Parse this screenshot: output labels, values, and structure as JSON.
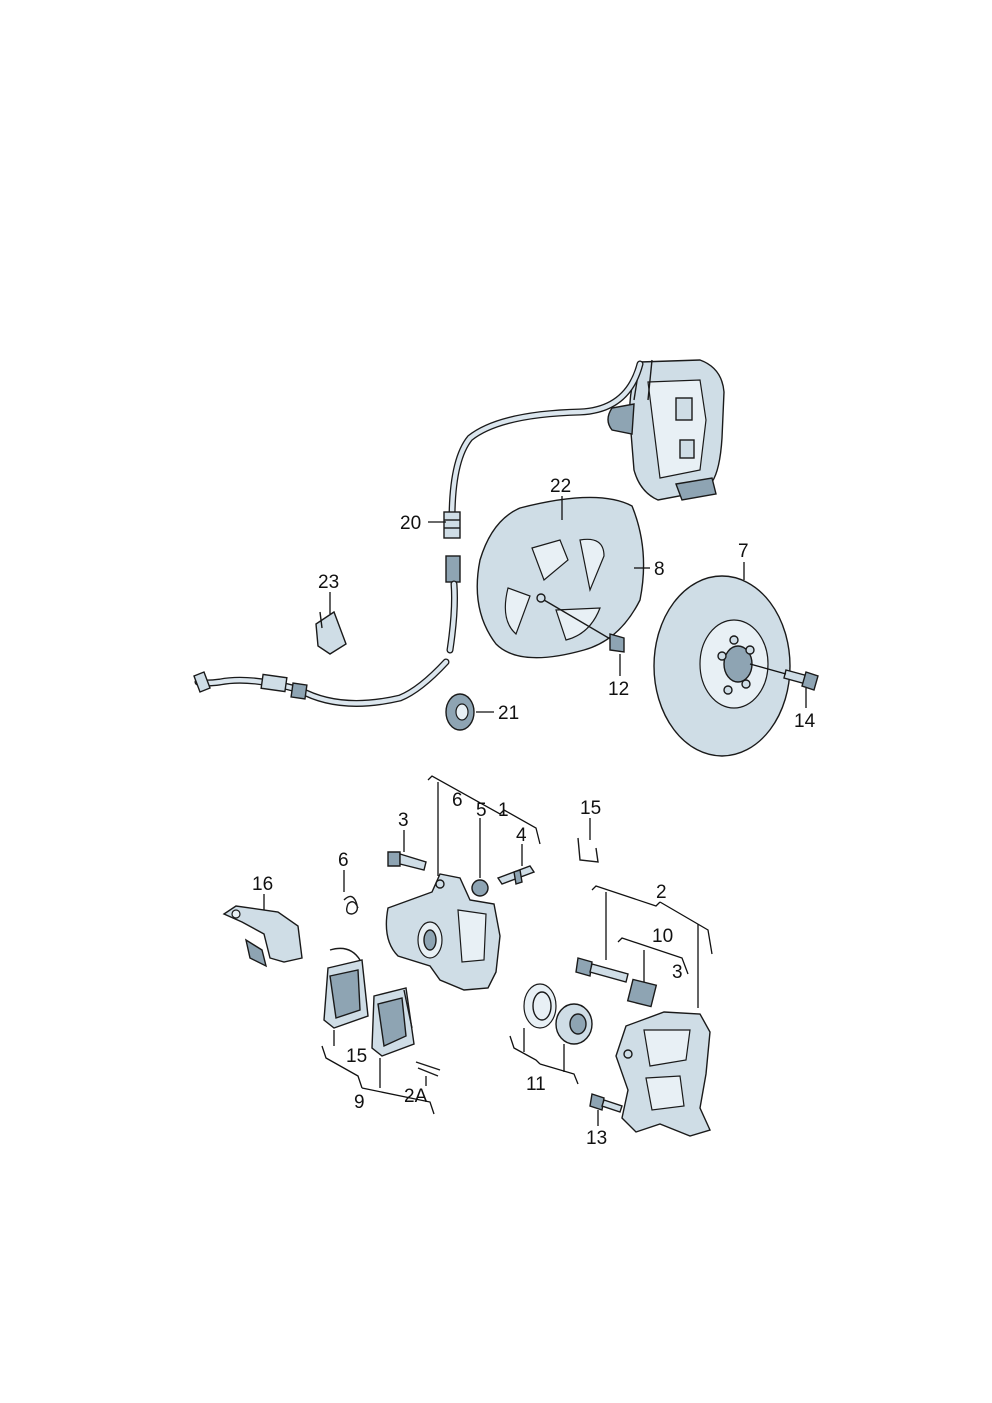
{
  "callouts": {
    "c1": "1",
    "c2": "2",
    "c2A": "2A",
    "c3a": "3",
    "c3b": "3",
    "c4": "4",
    "c5": "5",
    "c6a": "6",
    "c6b": "6",
    "c7": "7",
    "c8": "8",
    "c9": "9",
    "c10": "10",
    "c11": "11",
    "c12": "12",
    "c13": "13",
    "c14": "14",
    "c15a": "15",
    "c15b": "15",
    "c16": "16",
    "c20": "20",
    "c21": "21",
    "c22": "22",
    "c23": "23"
  }
}
